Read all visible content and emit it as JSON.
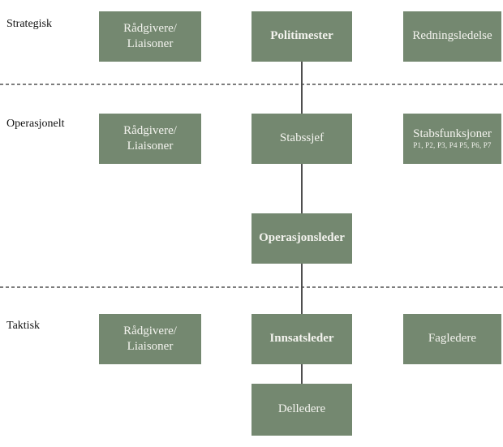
{
  "colors": {
    "box-green": "#748870",
    "box-text": "#f3f3ee",
    "label-text": "#111111",
    "connector": "#4f4f4f",
    "dashed": "#7d7d7d",
    "background": "#ffffff"
  },
  "tiers": {
    "strategic": "Strategisk",
    "operational": "Operasjonelt",
    "tactical": "Taktisk"
  },
  "boxes": {
    "advisors_strategic": "Rådgivere/\nLiaisoner",
    "politimester": "Politimester",
    "redningsledelse": "Redningsledelse",
    "advisors_operational": "Rådgivere/\nLiaisoner",
    "stabssjef": "Stabssjef",
    "stabsfunksjoner_title": "Stabsfunksjoner",
    "stabsfunksjoner_subtitle": "P1, P2, P3, P4 P5, P6, P7",
    "operasjonsleder": "Operasjonsleder",
    "advisors_tactical": "Rådgivere/\nLiaisoner",
    "innsatsleder": "Innsatsleder",
    "fagledere": "Fagledere",
    "delledere": "Delledere"
  }
}
